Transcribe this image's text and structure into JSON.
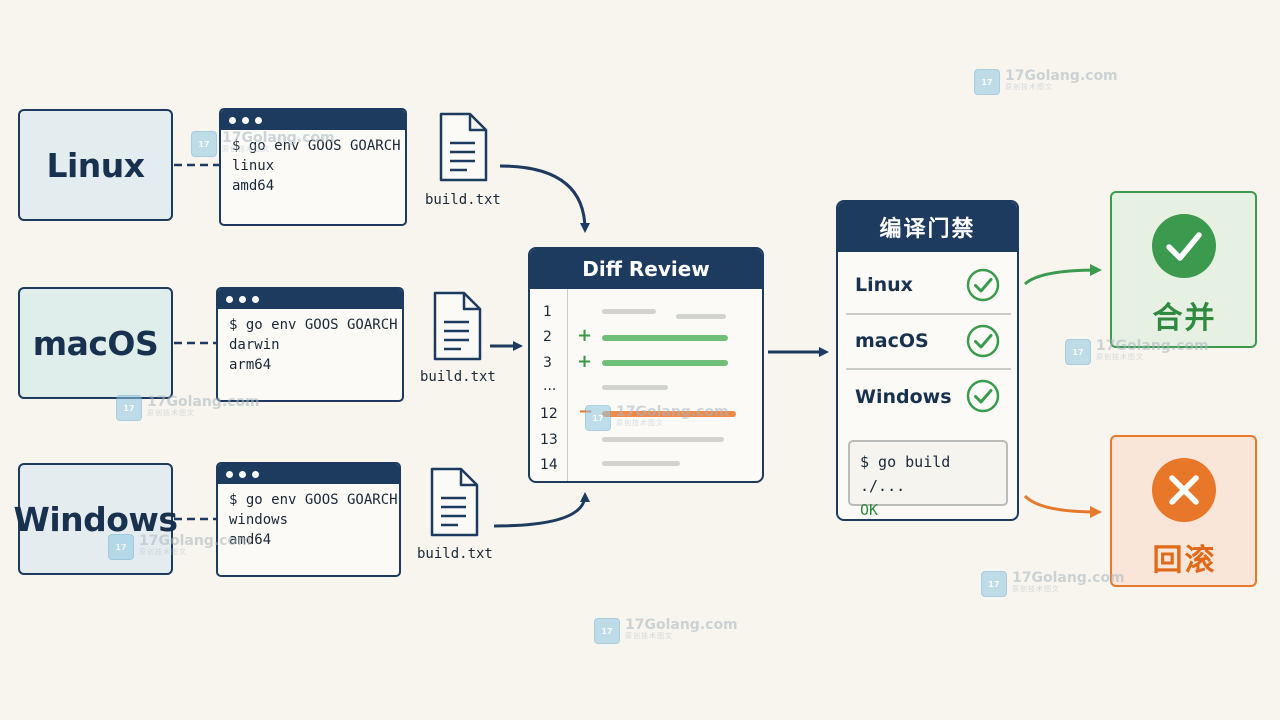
{
  "platforms": [
    {
      "name": "Linux",
      "command": "$ go env GOOS GOARCH",
      "goos": "linux",
      "goarch": "amd64",
      "file": "build.txt"
    },
    {
      "name": "macOS",
      "command": "$ go env GOOS GOARCH",
      "goos": "darwin",
      "goarch": "arm64",
      "file": "build.txt"
    },
    {
      "name": "Windows",
      "command": "$ go env GOOS GOARCH",
      "goos": "windows",
      "goarch": "amd64",
      "file": "build.txt"
    }
  ],
  "diff": {
    "title": "Diff Review",
    "line_numbers": [
      "1",
      "2",
      "3",
      "...",
      "12",
      "13",
      "14"
    ],
    "plus_marks": [
      "+",
      "+"
    ],
    "minus_mark": "−",
    "colors": {
      "added": "#6fbf78",
      "removed": "#f08a4b",
      "context": "#d2d3cf"
    }
  },
  "gate": {
    "title": "编译门禁",
    "checks": [
      "Linux",
      "macOS",
      "Windows"
    ],
    "command": "$ go build ./...",
    "result": "OK"
  },
  "outcomes": {
    "merge": "合并",
    "rollback": "回滚"
  },
  "watermark": {
    "brand": "17Golang.com",
    "tagline": "原创技术图文",
    "icon_label": "17"
  },
  "colors": {
    "navy": "#1d3a5f",
    "success": "#3c9a4e",
    "failure": "#e47a2a"
  }
}
